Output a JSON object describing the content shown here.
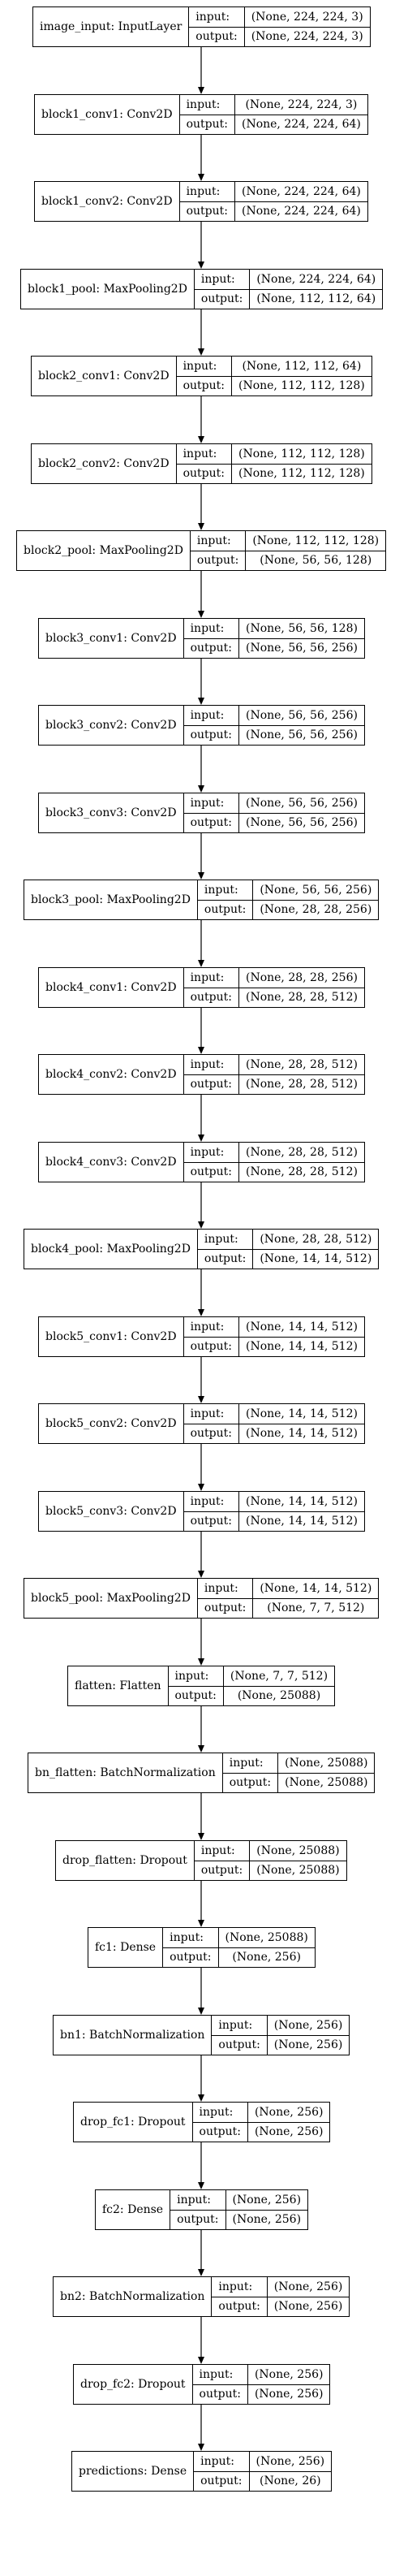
{
  "io_labels": {
    "input": "input:",
    "output": "output:"
  },
  "layers": [
    {
      "name": "image_input: InputLayer",
      "input": "(None, 224, 224, 3)",
      "output": "(None, 224, 224, 3)"
    },
    {
      "name": "block1_conv1: Conv2D",
      "input": "(None, 224, 224, 3)",
      "output": "(None, 224, 224, 64)"
    },
    {
      "name": "block1_conv2: Conv2D",
      "input": "(None, 224, 224, 64)",
      "output": "(None, 224, 224, 64)"
    },
    {
      "name": "block1_pool: MaxPooling2D",
      "input": "(None, 224, 224, 64)",
      "output": "(None, 112, 112, 64)"
    },
    {
      "name": "block2_conv1: Conv2D",
      "input": "(None, 112, 112, 64)",
      "output": "(None, 112, 112, 128)"
    },
    {
      "name": "block2_conv2: Conv2D",
      "input": "(None, 112, 112, 128)",
      "output": "(None, 112, 112, 128)"
    },
    {
      "name": "block2_pool: MaxPooling2D",
      "input": "(None, 112, 112, 128)",
      "output": "(None, 56, 56, 128)"
    },
    {
      "name": "block3_conv1: Conv2D",
      "input": "(None, 56, 56, 128)",
      "output": "(None, 56, 56, 256)"
    },
    {
      "name": "block3_conv2: Conv2D",
      "input": "(None, 56, 56, 256)",
      "output": "(None, 56, 56, 256)"
    },
    {
      "name": "block3_conv3: Conv2D",
      "input": "(None, 56, 56, 256)",
      "output": "(None, 56, 56, 256)"
    },
    {
      "name": "block3_pool: MaxPooling2D",
      "input": "(None, 56, 56, 256)",
      "output": "(None, 28, 28, 256)"
    },
    {
      "name": "block4_conv1: Conv2D",
      "input": "(None, 28, 28, 256)",
      "output": "(None, 28, 28, 512)"
    },
    {
      "name": "block4_conv2: Conv2D",
      "input": "(None, 28, 28, 512)",
      "output": "(None, 28, 28, 512)"
    },
    {
      "name": "block4_conv3: Conv2D",
      "input": "(None, 28, 28, 512)",
      "output": "(None, 28, 28, 512)"
    },
    {
      "name": "block4_pool: MaxPooling2D",
      "input": "(None, 28, 28, 512)",
      "output": "(None, 14, 14, 512)"
    },
    {
      "name": "block5_conv1: Conv2D",
      "input": "(None, 14, 14, 512)",
      "output": "(None, 14, 14, 512)"
    },
    {
      "name": "block5_conv2: Conv2D",
      "input": "(None, 14, 14, 512)",
      "output": "(None, 14, 14, 512)"
    },
    {
      "name": "block5_conv3: Conv2D",
      "input": "(None, 14, 14, 512)",
      "output": "(None, 14, 14, 512)"
    },
    {
      "name": "block5_pool: MaxPooling2D",
      "input": "(None, 14, 14, 512)",
      "output": "(None, 7, 7, 512)"
    },
    {
      "name": "flatten: Flatten",
      "input": "(None, 7, 7, 512)",
      "output": "(None, 25088)"
    },
    {
      "name": "bn_flatten: BatchNormalization",
      "input": "(None, 25088)",
      "output": "(None, 25088)"
    },
    {
      "name": "drop_flatten: Dropout",
      "input": "(None, 25088)",
      "output": "(None, 25088)"
    },
    {
      "name": "fc1: Dense",
      "input": "(None, 25088)",
      "output": "(None, 256)"
    },
    {
      "name": "bn1: BatchNormalization",
      "input": "(None, 256)",
      "output": "(None, 256)"
    },
    {
      "name": "drop_fc1: Dropout",
      "input": "(None, 256)",
      "output": "(None, 256)"
    },
    {
      "name": "fc2: Dense",
      "input": "(None, 256)",
      "output": "(None, 256)"
    },
    {
      "name": "bn2: BatchNormalization",
      "input": "(None, 256)",
      "output": "(None, 256)"
    },
    {
      "name": "drop_fc2: Dropout",
      "input": "(None, 256)",
      "output": "(None, 256)"
    },
    {
      "name": "predictions: Dense",
      "input": "(None, 256)",
      "output": "(None, 26)"
    }
  ]
}
